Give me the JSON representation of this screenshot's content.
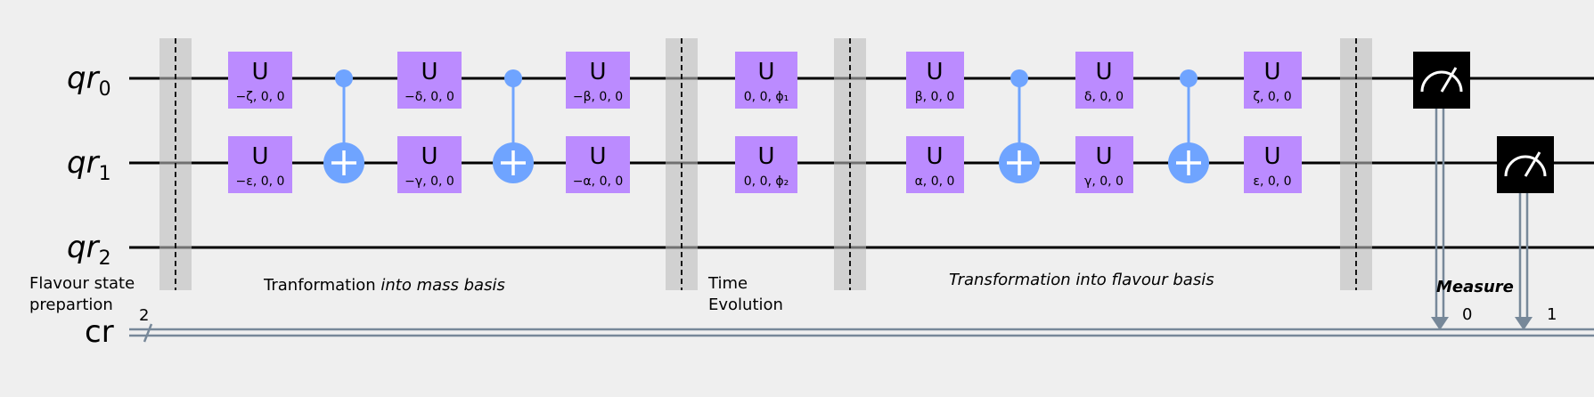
{
  "registers": {
    "quantum": [
      {
        "name": "qr",
        "index": "0"
      },
      {
        "name": "qr",
        "index": "1"
      },
      {
        "name": "qr",
        "index": "2"
      }
    ],
    "classical": {
      "name": "cr",
      "size": "2"
    }
  },
  "gates_row0": [
    {
      "label": "U",
      "params": "−ζ, 0, 0"
    },
    {
      "label": "U",
      "params": "−δ, 0, 0"
    },
    {
      "label": "U",
      "params": "−β, 0, 0"
    },
    {
      "label": "U",
      "params": "0, 0, ϕ₁"
    },
    {
      "label": "U",
      "params": "β, 0, 0"
    },
    {
      "label": "U",
      "params": "δ, 0, 0"
    },
    {
      "label": "U",
      "params": "ζ, 0, 0"
    }
  ],
  "gates_row1": [
    {
      "label": "U",
      "params": "−ε, 0, 0"
    },
    {
      "label": "U",
      "params": "−γ, 0, 0"
    },
    {
      "label": "U",
      "params": "−α, 0, 0"
    },
    {
      "label": "U",
      "params": "0, 0, ϕ₂"
    },
    {
      "label": "U",
      "params": "α, 0, 0"
    },
    {
      "label": "U",
      "params": "γ, 0, 0"
    },
    {
      "label": "U",
      "params": "ε, 0, 0"
    }
  ],
  "annotations": {
    "prep_line1": "Flavour state",
    "prep_line2": "prepartion",
    "mass_plain": "Tranformation ",
    "mass_italic": "into mass basis",
    "time_line1": "Time",
    "time_line2": "Evolution",
    "flavour": "Transformation into flavour basis",
    "measure": "Measure"
  },
  "measure_bits": [
    "0",
    "1"
  ],
  "colors": {
    "u_gate": "#bb8bff",
    "cnot": "#6fa4ff",
    "measure_box": "#000000",
    "classical_wire": "#778899",
    "barrier": "#bdbdbd"
  },
  "icons": [
    "meter-icon",
    "cnot-target-icon",
    "control-dot-icon"
  ]
}
